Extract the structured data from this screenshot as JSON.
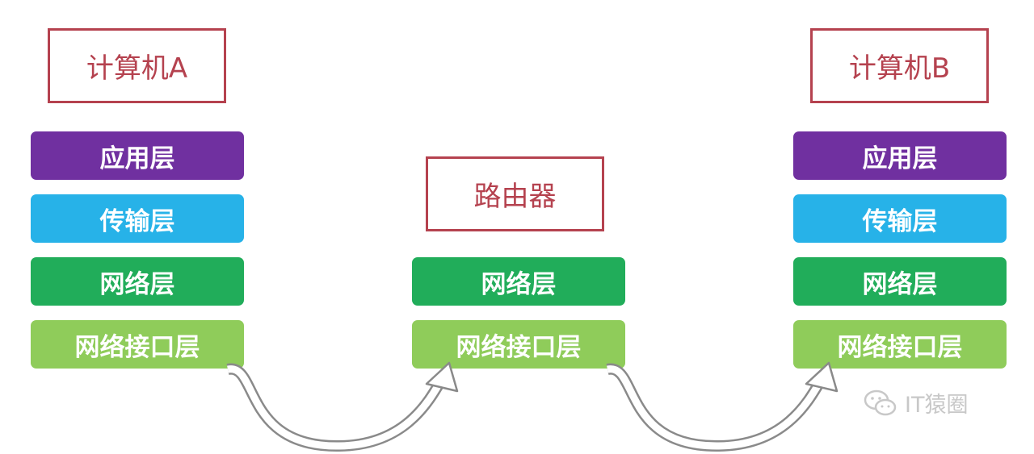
{
  "nodes": {
    "computer_a": {
      "title": "计算机A",
      "layers": [
        "应用层",
        "传输层",
        "网络层",
        "网络接口层"
      ]
    },
    "router": {
      "title": "路由器",
      "layers": [
        "网络层",
        "网络接口层"
      ]
    },
    "computer_b": {
      "title": "计算机B",
      "layers": [
        "应用层",
        "传输层",
        "网络层",
        "网络接口层"
      ]
    }
  },
  "colors": {
    "application": "#7030a0",
    "transport": "#27b2e8",
    "network": "#21ad5a",
    "interface": "#8fcc5a",
    "title_border": "#b5424f",
    "arrow": "#8a8a8a"
  },
  "watermark": {
    "text": "IT猿圈",
    "icon": "wechat-icon"
  }
}
